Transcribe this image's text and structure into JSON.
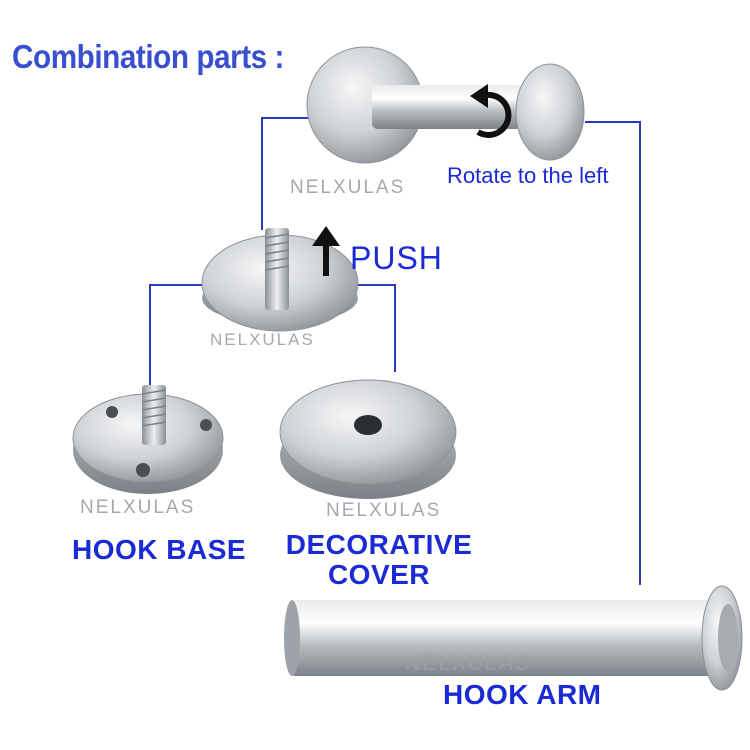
{
  "colors": {
    "label_blue": "#1a2bd6",
    "title_blue": "#3a4fcf",
    "line_blue": "#2a3ab8",
    "steel": "#c9ccd0"
  },
  "title": "Combination parts :",
  "rotate_text": "Rotate to the left",
  "push_text": "PUSH",
  "labels": {
    "hook_base": "HOOK BASE",
    "decorative_cover_line1": "DECORATIVE",
    "decorative_cover_line2": "COVER",
    "hook_arm": "HOOK ARM"
  },
  "watermark": "NELXULAS",
  "icons": {
    "rotate": "rotate-left-arrow-icon",
    "push": "up-arrow-icon"
  }
}
